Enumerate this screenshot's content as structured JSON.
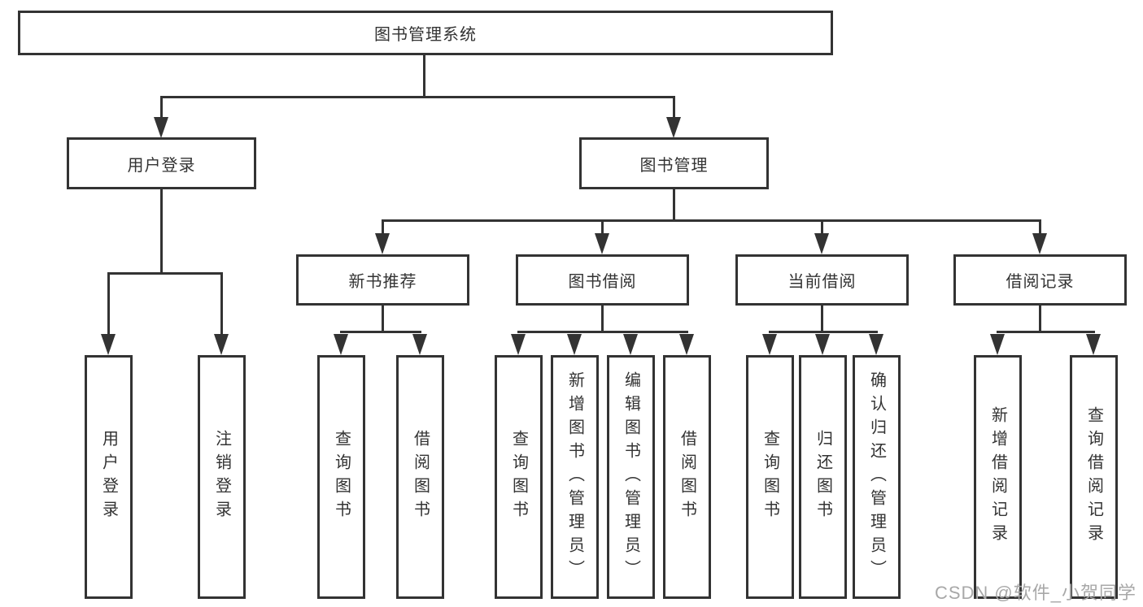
{
  "nodes": {
    "root": "图书管理系统",
    "level2": [
      "用户登录",
      "图书管理"
    ],
    "level3": [
      "新书推荐",
      "图书借阅",
      "当前借阅",
      "借阅记录"
    ],
    "leaves_user_login": [
      "用户登录",
      "注销登录"
    ],
    "leaves_new_books": [
      "查询图书",
      "借阅图书"
    ],
    "leaves_book_borrow": [
      "查询图书",
      "新增图书（管理员）",
      "编辑图书（管理员）",
      "借阅图书"
    ],
    "leaves_current_borrow": [
      "查询图书",
      "归还图书",
      "确认归还（管理员）"
    ],
    "leaves_borrow_records": [
      "新增借阅记录",
      "查询借阅记录"
    ]
  },
  "watermark": {
    "text": "CSDN @软件_小贺同学"
  },
  "colors": {
    "line": "#333333",
    "text": "#333333",
    "background": "#ffffff",
    "watermark": "#a8a8a8"
  }
}
